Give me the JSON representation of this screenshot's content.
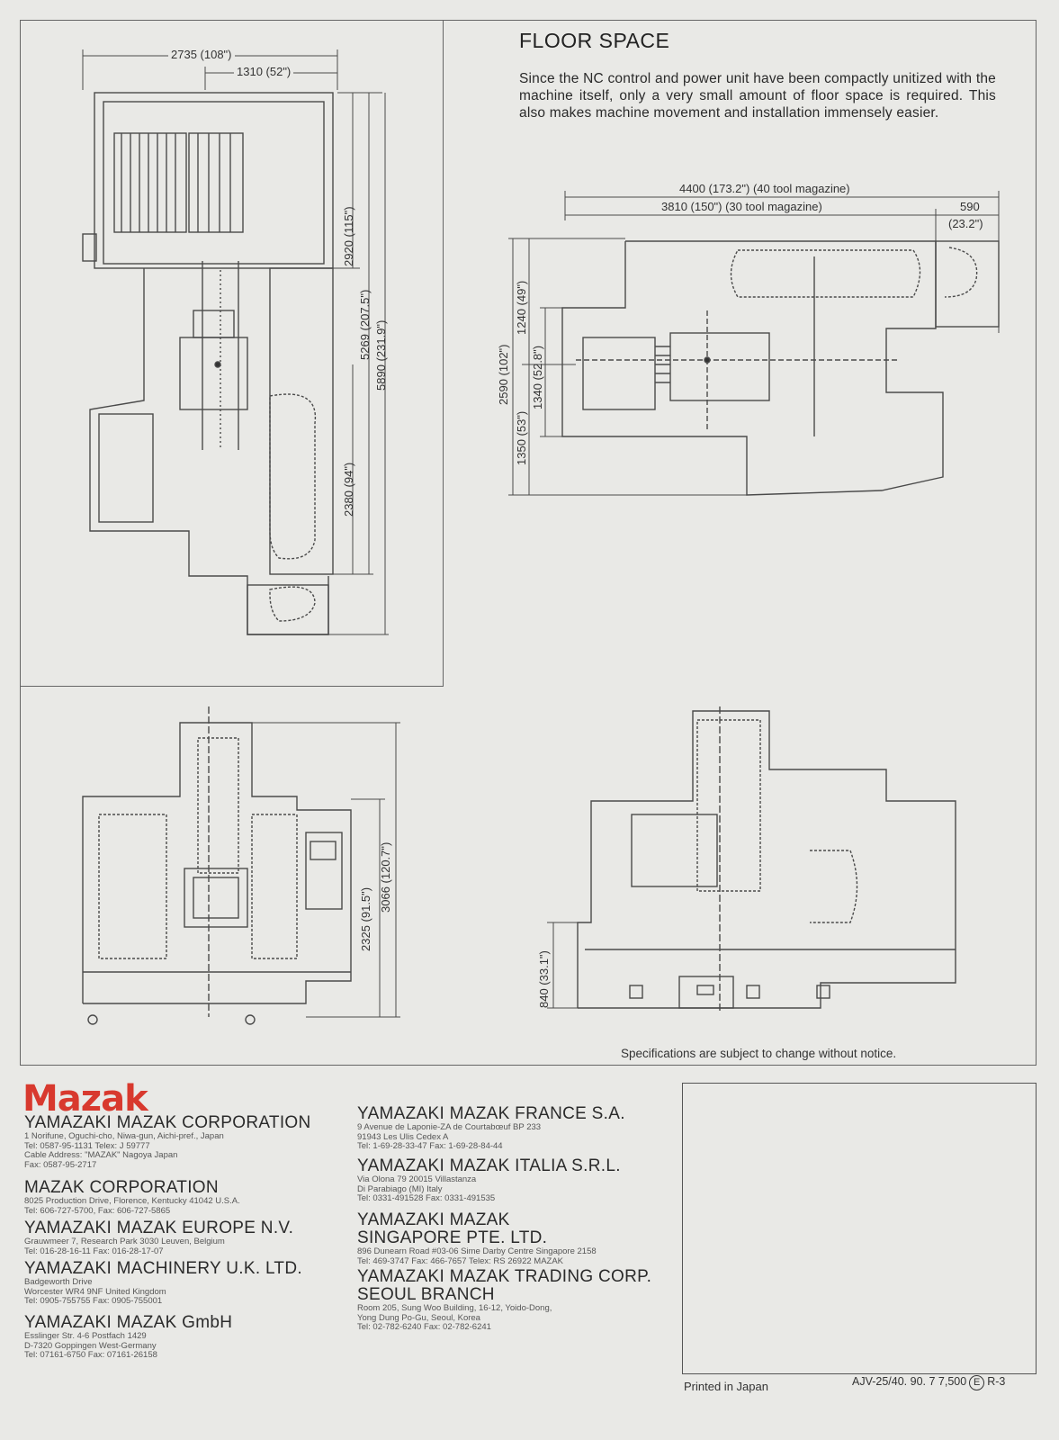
{
  "floor_space": {
    "title": "FLOOR SPACE",
    "description": "Since the NC control and power unit have been compactly unitized with the machine itself, only a very small amount of floor space is required.  This also makes machine movement and installation immensely easier."
  },
  "left_plan": {
    "width_total": "2735 (108\")",
    "width_part": "1310 (52\")",
    "depth_upper": "2920 (115\")",
    "depth_lower": "2380 (94\")",
    "depth_mid": "5269 (207.5\")",
    "depth_total": "5890 (231.9\")"
  },
  "right_plan": {
    "width_40": "4400 (173.2\") (40 tool magazine)",
    "width_30": "3810 (150\") (30 tool magazine)",
    "ext_mm": "590",
    "ext_in": "(23.2\")",
    "depth_total": "2590 (102\")",
    "depth_lower": "1350 (53\")",
    "depth_upper": "1240 (49\")",
    "depth_inner": "1340 (52.8\")"
  },
  "front_elevation": {
    "height_a": "2325 (91.5\")",
    "height_b": "3066 (120.7\")"
  },
  "side_elevation": {
    "table_height": "840 (33.1\")"
  },
  "spec_note": "Specifications are subject to change without notice.",
  "brand": {
    "logo": "Mazak",
    "color": "#d8392e"
  },
  "companies_left": [
    {
      "name": "YAMAZAKI MAZAK CORPORATION",
      "address": "1 Norifune, Oguchi-cho, Niwa-gun, Aichi-pref., Japan\nTel: 0587-95-1131 Telex: J 59777\nCable Address: \"MAZAK\" Nagoya Japan\nFax: 0587-95-2717"
    },
    {
      "name": "MAZAK CORPORATION",
      "address": "8025 Production Drive, Florence, Kentucky 41042 U.S.A.\nTel: 606-727-5700, Fax: 606-727-5865"
    },
    {
      "name": "YAMAZAKI MAZAK EUROPE N.V.",
      "address": "Grauwmeer 7, Research Park 3030 Leuven, Belgium\nTel: 016-28-16-11 Fax: 016-28-17-07"
    },
    {
      "name": "YAMAZAKI MACHINERY U.K. LTD.",
      "address": "Badgeworth Drive\nWorcester WR4 9NF United Kingdom\nTel: 0905-755755 Fax: 0905-755001"
    },
    {
      "name": "YAMAZAKI MAZAK GmbH",
      "address": "Esslinger Str. 4-6 Postfach 1429\nD-7320 Goppingen West-Germany\nTel: 07161-6750 Fax: 07161-26158"
    }
  ],
  "companies_right": [
    {
      "name": "YAMAZAKI MAZAK FRANCE S.A.",
      "address": "9 Avenue de Laponie-ZA de Courtabœuf BP 233\n91943 Les Ulis Cedex A\nTel: 1-69-28-33-47 Fax: 1-69-28-84-44"
    },
    {
      "name": "YAMAZAKI MAZAK ITALIA S.R.L.",
      "address": "Via Olona 79 20015 Villastanza\nDi Parabiago (MI) Italy\nTel: 0331-491528 Fax: 0331-491535"
    },
    {
      "name": "YAMAZAKI MAZAK\nSINGAPORE PTE. LTD.",
      "address": "896 Dunearn Road #03-06 Sime Darby Centre Singapore 2158\nTel: 469-3747 Fax: 466-7657 Telex: RS 26922 MAZAK"
    },
    {
      "name": "YAMAZAKI MAZAK TRADING CORP.\nSEOUL BRANCH",
      "address": "Room 205, Sung Woo Building, 16-12, Yoido-Dong,\nYong Dung Po-Gu, Seoul, Korea\nTel: 02-782-6240 Fax: 02-782-6241"
    }
  ],
  "footer": {
    "printed": "Printed in Japan",
    "code": "AJV-25/40. 90. 7 7,500",
    "code_mark": "E",
    "page": "R-3"
  }
}
